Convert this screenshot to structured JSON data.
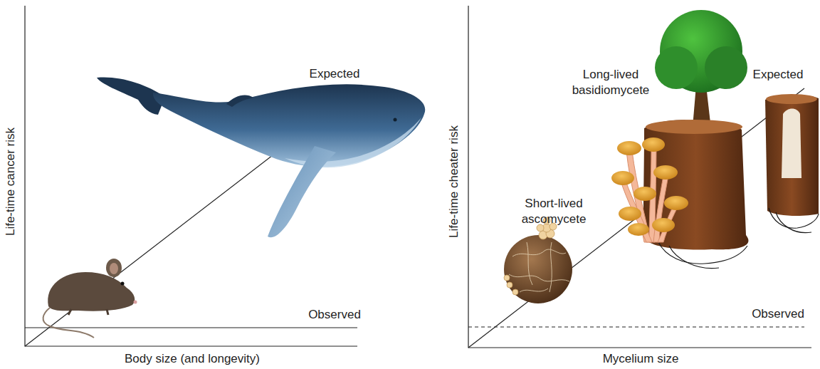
{
  "diagram": {
    "labels": [
      "Life-time cancer risk",
      "Expected",
      "Observed",
      "Body size (and longevity)",
      "Long-lived basidiomycete",
      "Life-time cheater risk",
      "Short-lived ascomycete",
      "Expected",
      "Observed",
      "Mycelium size"
    ]
  }
}
